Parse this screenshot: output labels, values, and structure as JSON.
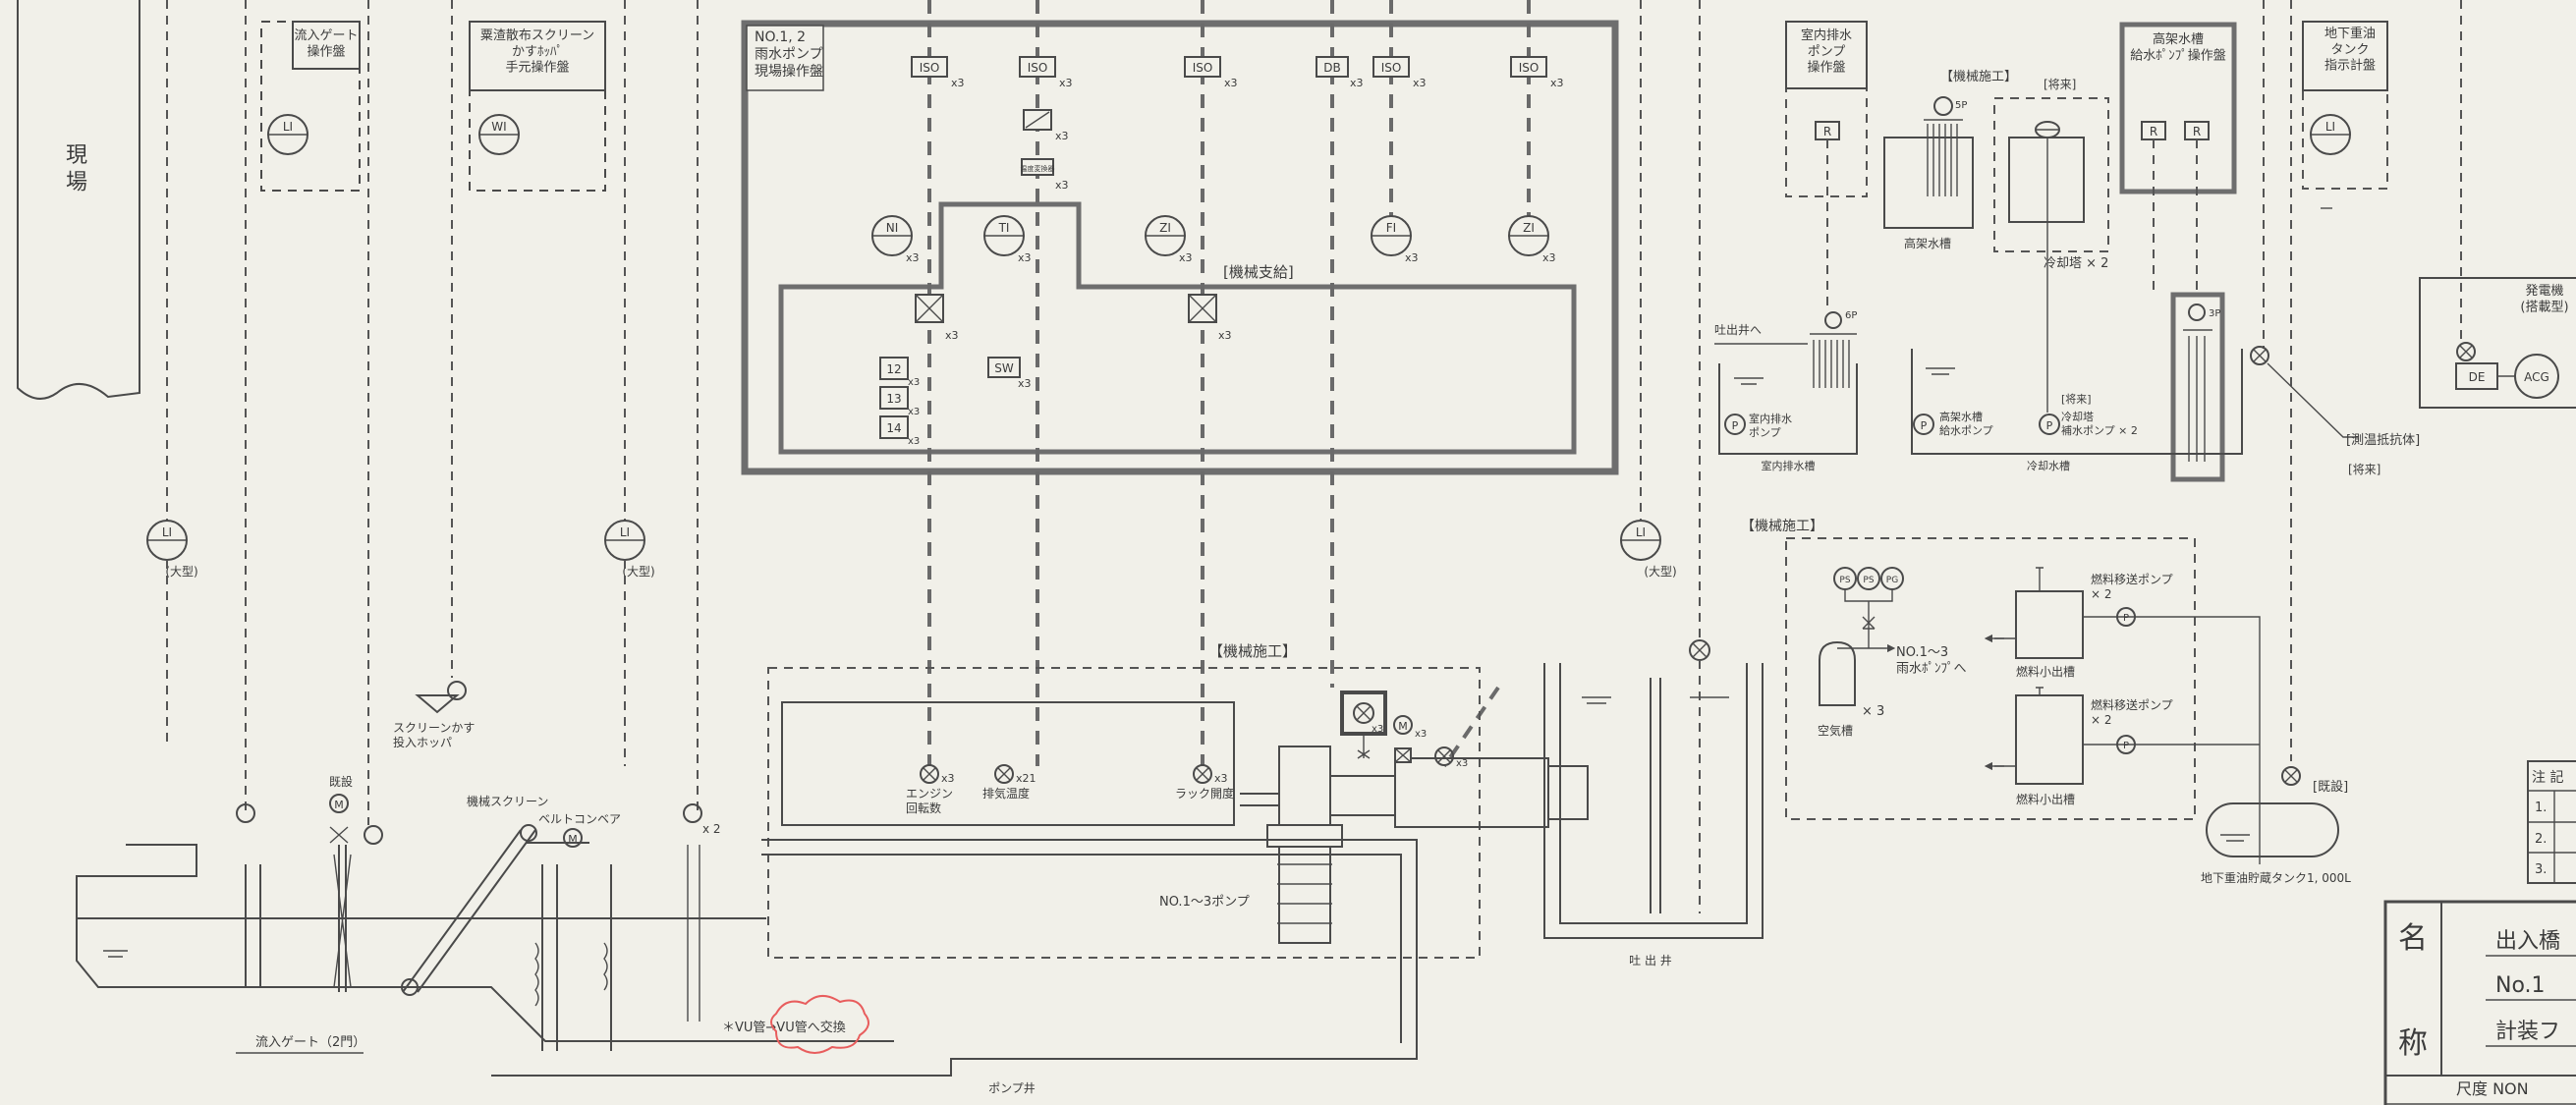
{
  "panels": {
    "site": "現\n場",
    "inflow_gate_panel": "流入ゲート\n操作盤",
    "screenings_panel": "粟渣散布スクリーン\nかすﾎｯﾊﾟ\n手元操作盤",
    "pump_field_panel": "NO.1, 2\n雨水ポンプ\n現場操作盤",
    "indoor_drain_panel": "室内排水\nポンプ\n操作盤",
    "elevated_tank_panel": "高架水槽\n給水ﾎﾟﾝﾌﾟ操作盤",
    "underground_oil_panel": "地下重油\nタンク\n指示計盤",
    "generator": "発電機\n(搭載型)"
  },
  "instruments": {
    "li": "LI",
    "wi": "WI",
    "ni": "NI",
    "ti": "TI",
    "zi": "ZI",
    "fi": "FI",
    "iso": "ISO",
    "db": "DB",
    "sw": "SW",
    "r": "R",
    "de": "DE",
    "acg": "ACG",
    "p": "P",
    "m": "M",
    "ps": "PS",
    "pg": "PG",
    "i12": "12",
    "i13": "13",
    "i14": "14",
    "conv": "温度変換器"
  },
  "labels": {
    "large": "(大型)",
    "x3": "x3",
    "x2": "x 2",
    "x21": "x21",
    "mech_supply": "[機械支給]",
    "mech_work": "【機械施工】",
    "mech_work2": "【機械施工】",
    "mech_work3": "【機械施工】",
    "future": "[将来]",
    "future2": "[将来]",
    "future3": "[将来]",
    "existing": "既設",
    "existing2": "[既設]",
    "engine_speed": "エンジン\n回転数",
    "exhaust_temp": "排気温度",
    "rack_opening": "ラック開度",
    "pumps": "NO.1～3ポンプ",
    "pump_well": "ポンプ井",
    "discharge_well": "吐 出 井",
    "to_discharge_well": "吐出井へ",
    "inflow_gate": "流入ゲート（2門）",
    "screen_hopper": "スクリーンかす\n投入ホッパ",
    "mech_screen": "機械スクリーン",
    "belt_conveyor": "ベルトコンベア",
    "vu_note": "＊VU管→VU管へ交換",
    "elevated_tank": "高架水槽",
    "cooling_tower": "冷却塔 × 2",
    "indoor_drain_pump": "室内排水\nポンプ",
    "indoor_drain_tank": "室内排水槽",
    "tank_pump": "高架水槽\n給水ポンプ",
    "ct_pump": "冷却塔\n補水ポンプ × 2",
    "cooling_tank": "冷却水槽",
    "rtd": "[測温抵抗体]",
    "fuel_pump": "燃料移送ポンプ\n× 2",
    "fuel_pump2": "燃料移送ポンプ\n× 2",
    "fuel_day_tank": "燃料小出槽",
    "fuel_day_tank2": "燃料小出槽",
    "to_pumps": "NO.1～3\n雨水ﾎﾟﾝﾌﾟへ",
    "air_tank": "空気槽",
    "x3b": "× 3",
    "oil_tank": "地下重油貯蔵タンク1, 000L",
    "sp5": "5P",
    "sp6": "6P",
    "sp3": "3P"
  },
  "notes": {
    "header": "注 記",
    "n1": "1.",
    "n2": "2.",
    "n3": "3."
  },
  "title_block": {
    "name_label": "名",
    "name_label2": "称",
    "line1": "出入橋",
    "line2": "No.1",
    "line3": "計装フ",
    "scale": "尺度 NON"
  }
}
